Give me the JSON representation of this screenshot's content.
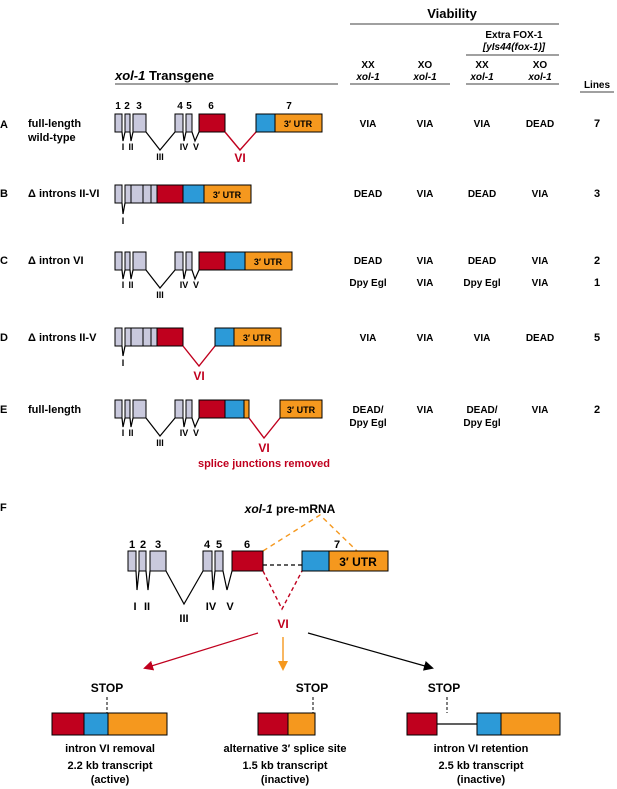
{
  "header": {
    "viability": "Viability",
    "extra_fox1_line1": "Extra FOX-1",
    "extra_fox1_line2": "[yIs44(fox-1)]",
    "transgene_italic": "xol-1",
    "transgene_rest": " Transgene",
    "col_xx": "XX",
    "col_xo": "XO",
    "col_xol1": "xol-1",
    "lines": "Lines"
  },
  "exon_labels": [
    "1",
    "2",
    "3",
    "4",
    "5",
    "6",
    "7"
  ],
  "intron_labels": [
    "I",
    "II",
    "III",
    "IV",
    "V",
    "VI"
  ],
  "utr_label": "3′ UTR",
  "rows": [
    {
      "letter": "A",
      "name": [
        "full-length",
        "wild-type"
      ],
      "values": [
        "VIA",
        "VIA",
        "VIA",
        "DEAD"
      ],
      "lines": "7"
    },
    {
      "letter": "B",
      "name": [
        "Δ introns II-VI"
      ],
      "values": [
        "DEAD",
        "VIA",
        "DEAD",
        "VIA"
      ],
      "lines": "3"
    },
    {
      "letter": "C",
      "name": [
        "Δ intron VI"
      ],
      "values": [
        "DEAD",
        "VIA",
        "DEAD",
        "VIA"
      ],
      "lines": "2",
      "values2": [
        "Dpy Egl",
        "VIA",
        "Dpy Egl",
        "VIA"
      ],
      "lines2": "1"
    },
    {
      "letter": "D",
      "name": [
        "Δ introns II-V"
      ],
      "values": [
        "VIA",
        "VIA",
        "VIA",
        "DEAD"
      ],
      "lines": "5"
    },
    {
      "letter": "E",
      "name": [
        "full-length"
      ],
      "values": [
        "DEAD/",
        "VIA",
        "DEAD/",
        "VIA"
      ],
      "lines": "2",
      "values2": [
        "Dpy Egl",
        "",
        "Dpy Egl",
        ""
      ]
    }
  ],
  "row_e_note": "splice junctions removed",
  "panel_f": {
    "letter": "F",
    "title_italic": "xol-1",
    "title_rest": " pre-mRNA",
    "stop": "STOP",
    "outcomes": [
      {
        "name": "intron VI removal",
        "size": "2.2 kb transcript",
        "state": "(active)"
      },
      {
        "name": "alternative 3′ splice site",
        "size": "1.5 kb transcript",
        "state": "(inactive)"
      },
      {
        "name": "intron VI retention",
        "size": "2.5 kb transcript",
        "state": "(inactive)"
      }
    ]
  },
  "colors": {
    "exon": "#c9c9dd",
    "exon6": "#c0001e",
    "blue_segment": "#2c9ad8",
    "utr": "#f5981e",
    "intron_vi": "#c0001e",
    "alt_site": "#f5981e"
  }
}
